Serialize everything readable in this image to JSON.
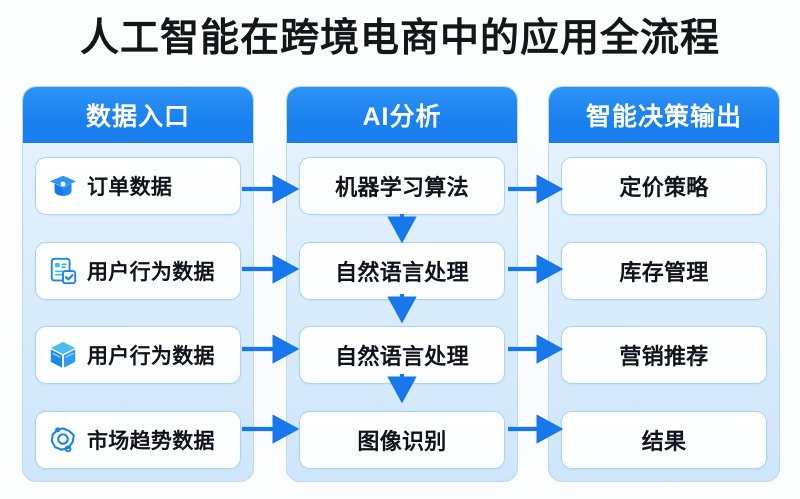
{
  "title": "人工智能在跨境电商中的应用全流程",
  "columns": [
    {
      "header": "数据入口",
      "items": [
        {
          "label": "订单数据",
          "icon": "graduation-cap-icon"
        },
        {
          "label": "用户行为数据",
          "icon": "document-check-icon"
        },
        {
          "label": "用户行为数据",
          "icon": "cube-box-icon"
        },
        {
          "label": "市场趋势数据",
          "icon": "gear-node-icon"
        }
      ]
    },
    {
      "header": "AI分析",
      "items": [
        {
          "label": "机器学习算法"
        },
        {
          "label": "自然语言处理"
        },
        {
          "label": "自然语言处理"
        },
        {
          "label": "图像识别"
        }
      ]
    },
    {
      "header": "智能决策输出",
      "items": [
        {
          "label": "定价策略"
        },
        {
          "label": "库存管理"
        },
        {
          "label": "营销推荐"
        },
        {
          "label": "结果"
        }
      ]
    }
  ],
  "colors": {
    "header_blue": "#1a81ef",
    "arrow_blue": "#1778ec",
    "panel_fill": "#ddeefb",
    "card_border": "#a9d4f6",
    "title_text": "#14161a",
    "icon_blue": "#1b82ef",
    "icon_cyan": "#3fb6e8"
  },
  "connectors": {
    "horizontal_arrow_count": 8,
    "vertical_arrow_count": 3,
    "description": "left-column cards feed middle-column cards; middle-column cards feed right-column cards; middle column cards chained top-to-bottom"
  }
}
